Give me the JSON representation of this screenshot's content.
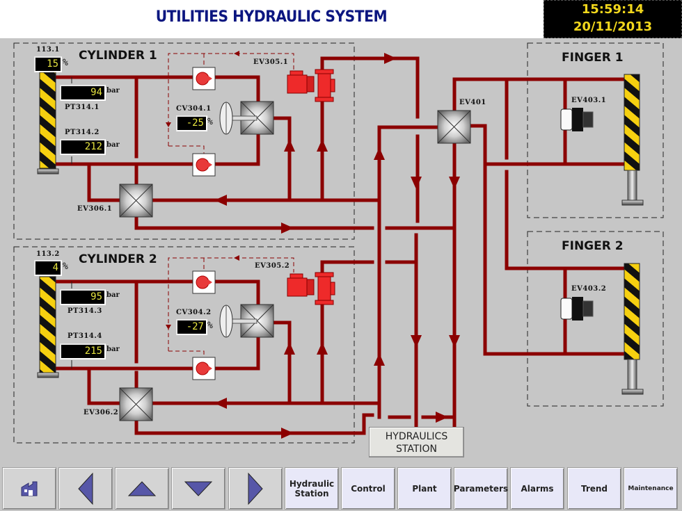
{
  "header": {
    "title": "UTILITIES HYDRAULIC SYSTEM",
    "time": "15:59:14",
    "date": "20/11/2013"
  },
  "colors": {
    "pipe": "#8b0000",
    "title": "#0b1680",
    "display_text": "#e8e640",
    "clock_text": "#f2d71c",
    "background": "#c6c6c6"
  },
  "cylinder1": {
    "title": "CYLINDER 1",
    "position_tag": "113.1",
    "position_value": "15",
    "position_unit": "%",
    "pt_a_tag": "PT314.1",
    "pt_a_value": "94",
    "pt_b_tag": "PT314.2",
    "pt_b_value": "212",
    "pressure_unit": "bar",
    "cv_tag": "CV304.1",
    "cv_value": "-25",
    "cv_unit": "%",
    "pump_tag": "EV305.1",
    "valve_tag": "EV306.1"
  },
  "cylinder2": {
    "title": "CYLINDER 2",
    "position_tag": "113.2",
    "position_value": "4",
    "position_unit": "%",
    "pt_a_tag": "PT314.3",
    "pt_a_value": "95",
    "pt_b_tag": "PT314.4",
    "pt_b_value": "215",
    "pressure_unit": "bar",
    "cv_tag": "CV304.2",
    "cv_value": "-27",
    "cv_unit": "%",
    "pump_tag": "EV305.2",
    "valve_tag": "EV306.2"
  },
  "main_valve": {
    "tag": "EV401"
  },
  "finger1": {
    "title": "FINGER 1",
    "valve_tag": "EV403.1"
  },
  "finger2": {
    "title": "FINGER 2",
    "valve_tag": "EV403.2"
  },
  "station": {
    "line1": "HYDRAULICS",
    "line2": "STATION"
  },
  "nav": {
    "icons": [
      "home-icon",
      "arrow-left-icon",
      "arrow-up-icon",
      "arrow-down-icon",
      "arrow-right-icon"
    ],
    "buttons": [
      {
        "label_line1": "Hydraulic",
        "label_line2": "Station"
      },
      {
        "label": "Control"
      },
      {
        "label": "Plant"
      },
      {
        "label": "Parameters"
      },
      {
        "label": "Alarms"
      },
      {
        "label": "Trend"
      },
      {
        "label": "Maintenance"
      }
    ]
  }
}
